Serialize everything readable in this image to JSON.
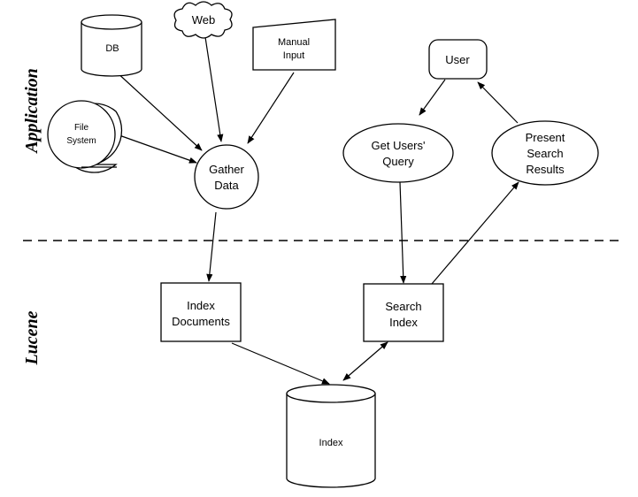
{
  "section_labels": {
    "top": "Application",
    "bottom": "Lucene"
  },
  "nodes": {
    "db": "DB",
    "web": "Web",
    "manual_input": [
      "Manual",
      "Input"
    ],
    "file_system": [
      "File",
      "System"
    ],
    "gather_data": [
      "Gather",
      "Data"
    ],
    "user": "User",
    "get_users_query": [
      "Get Users'",
      "Query"
    ],
    "present_search_results": [
      "Present",
      "Search",
      "Results"
    ],
    "index_documents": [
      "Index",
      "Documents"
    ],
    "search_index": [
      "Search",
      "Index"
    ],
    "index": "Index"
  }
}
